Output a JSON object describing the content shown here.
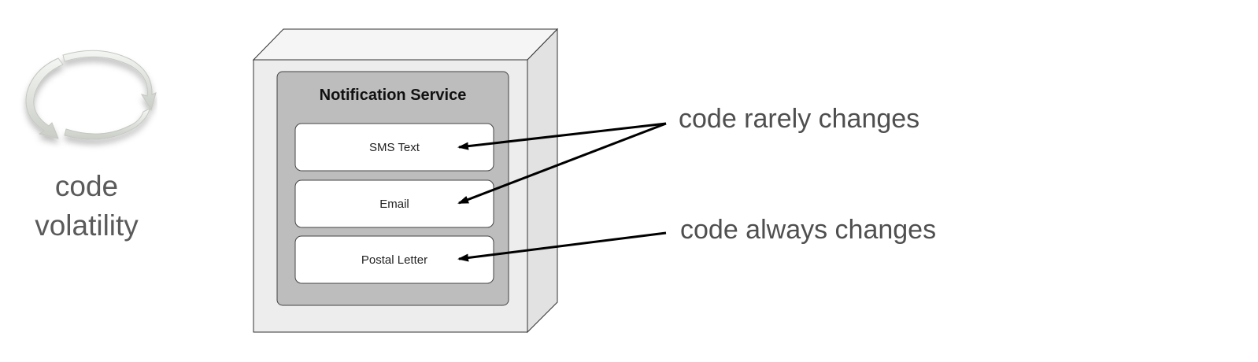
{
  "legend": {
    "icon": "refresh-cycle-icon",
    "line1": "code",
    "line2": "volatility"
  },
  "service": {
    "title": "Notification Service",
    "channels": [
      {
        "label": "SMS Text"
      },
      {
        "label": "Email"
      },
      {
        "label": "Postal Letter"
      }
    ]
  },
  "notes": {
    "rarely": "code rarely changes",
    "always": "code always changes"
  },
  "colors": {
    "box_front": "#ededed",
    "inner_panel": "#bdbdbd",
    "channel_fill": "#ffffff",
    "text_gray": "#5a5a5a"
  }
}
